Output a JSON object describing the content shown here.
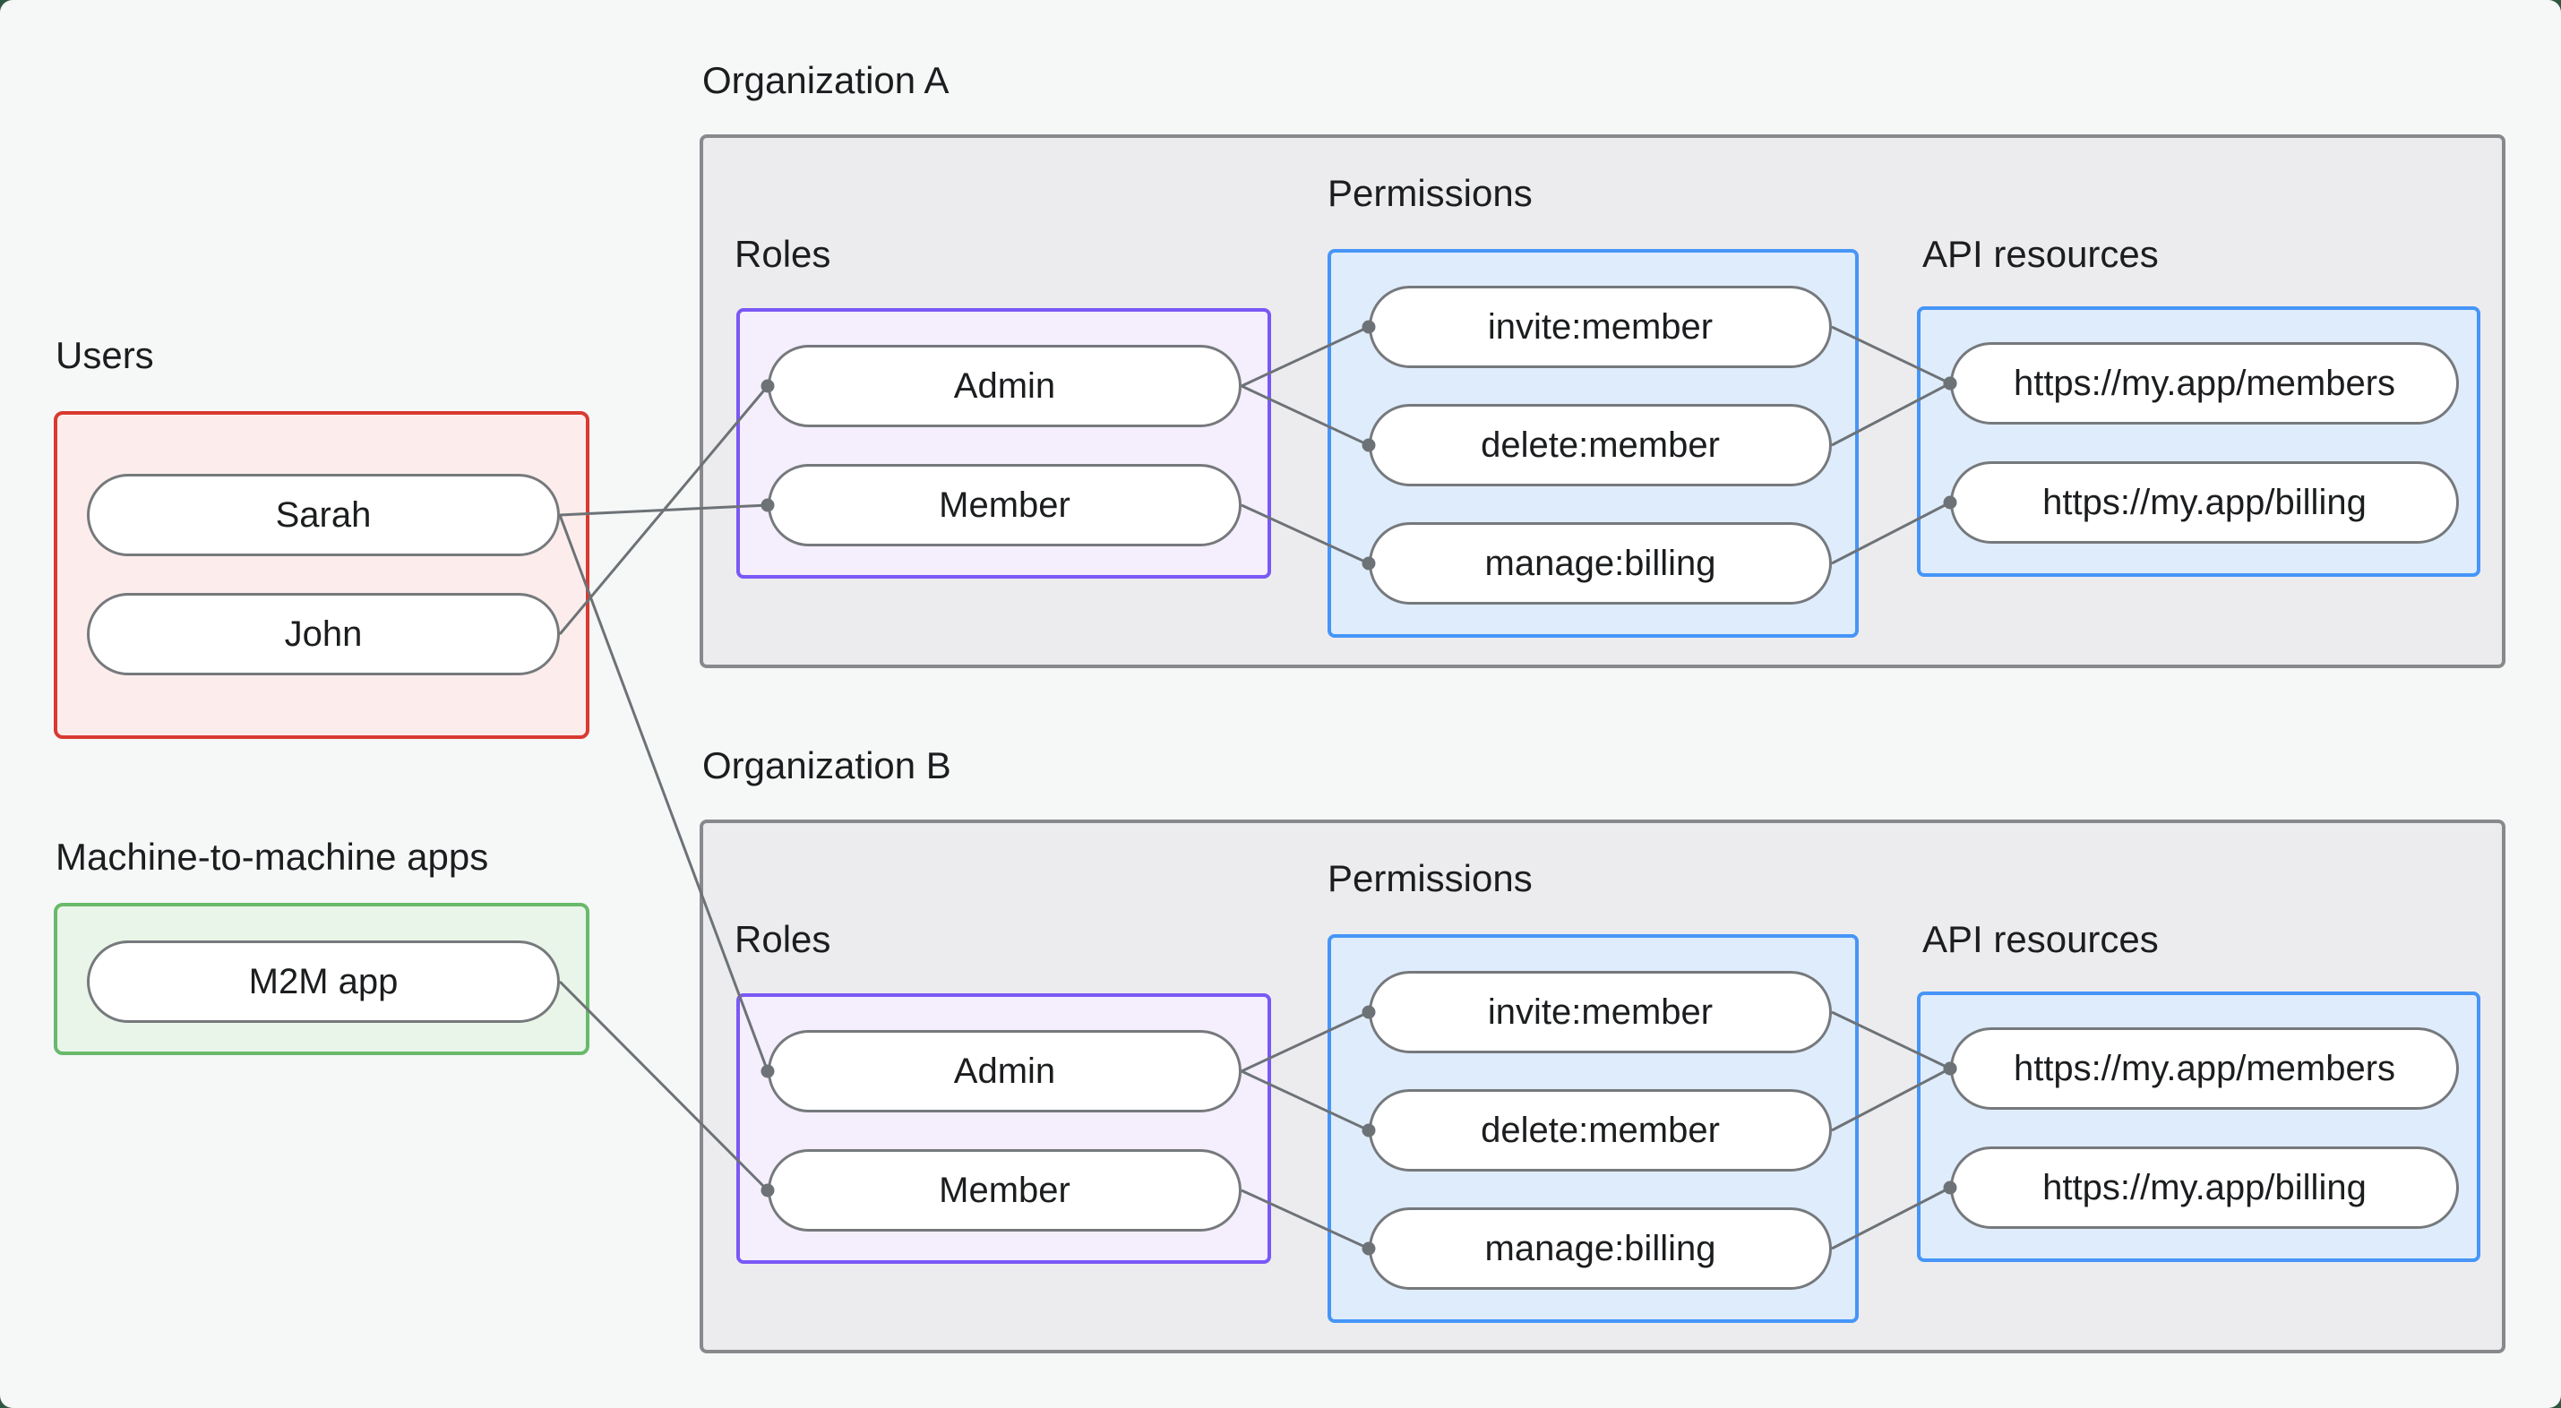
{
  "users_section": {
    "label": "Users",
    "items": [
      {
        "id": "user-sarah",
        "label": "Sarah"
      },
      {
        "id": "user-john",
        "label": "John"
      }
    ]
  },
  "m2m_section": {
    "label": "Machine-to-machine apps",
    "items": [
      {
        "id": "m2m-app",
        "label": "M2M app"
      }
    ]
  },
  "orgs": [
    {
      "title": "Organization A",
      "roles_label": "Roles",
      "permissions_label": "Permissions",
      "api_label": "API resources",
      "roles": [
        {
          "id": "org-a-role-admin",
          "label": "Admin"
        },
        {
          "id": "org-a-role-member",
          "label": "Member"
        }
      ],
      "permissions": [
        {
          "id": "org-a-perm-invite",
          "label": "invite:member"
        },
        {
          "id": "org-a-perm-delete",
          "label": "delete:member"
        },
        {
          "id": "org-a-perm-manage",
          "label": "manage:billing"
        }
      ],
      "resources": [
        {
          "id": "org-a-res-members",
          "label": "https://my.app/members"
        },
        {
          "id": "org-a-res-billing",
          "label": "https://my.app/billing"
        }
      ]
    },
    {
      "title": "Organization B",
      "roles_label": "Roles",
      "permissions_label": "Permissions",
      "api_label": "API resources",
      "roles": [
        {
          "id": "org-b-role-admin",
          "label": "Admin"
        },
        {
          "id": "org-b-role-member",
          "label": "Member"
        }
      ],
      "permissions": [
        {
          "id": "org-b-perm-invite",
          "label": "invite:member"
        },
        {
          "id": "org-b-perm-delete",
          "label": "delete:member"
        },
        {
          "id": "org-b-perm-manage",
          "label": "manage:billing"
        }
      ],
      "resources": [
        {
          "id": "org-b-res-members",
          "label": "https://my.app/members"
        },
        {
          "id": "org-b-res-billing",
          "label": "https://my.app/billing"
        }
      ]
    }
  ],
  "edges": [
    {
      "from": "user-sarah",
      "to": "org-a-role-member"
    },
    {
      "from": "user-john",
      "to": "org-a-role-admin"
    },
    {
      "from": "user-sarah",
      "to": "org-b-role-admin"
    },
    {
      "from": "m2m-app",
      "to": "org-b-role-member"
    },
    {
      "from": "org-a-role-admin",
      "to": "org-a-perm-invite"
    },
    {
      "from": "org-a-role-admin",
      "to": "org-a-perm-delete"
    },
    {
      "from": "org-a-role-member",
      "to": "org-a-perm-manage"
    },
    {
      "from": "org-a-perm-invite",
      "to": "org-a-res-members"
    },
    {
      "from": "org-a-perm-delete",
      "to": "org-a-res-members"
    },
    {
      "from": "org-a-perm-manage",
      "to": "org-a-res-billing"
    },
    {
      "from": "org-b-role-admin",
      "to": "org-b-perm-invite"
    },
    {
      "from": "org-b-role-admin",
      "to": "org-b-perm-delete"
    },
    {
      "from": "org-b-role-member",
      "to": "org-b-perm-manage"
    },
    {
      "from": "org-b-perm-invite",
      "to": "org-b-res-members"
    },
    {
      "from": "org-b-perm-delete",
      "to": "org-b-res-members"
    },
    {
      "from": "org-b-perm-manage",
      "to": "org-b-res-billing"
    }
  ],
  "colors": {
    "users_border": "#d93a31",
    "users_fill": "#fcedec",
    "m2m_border": "#68ba6b",
    "m2m_fill": "#e9f5e8",
    "roles_border": "#7a58f5",
    "roles_fill": "#f4eefd",
    "blue_border": "#4695f7",
    "blue_fill": "#dfecfc",
    "org_border": "#87898c",
    "org_fill": "#ececee",
    "connector": "#6d7276",
    "page_background": "#f6f7f7"
  }
}
